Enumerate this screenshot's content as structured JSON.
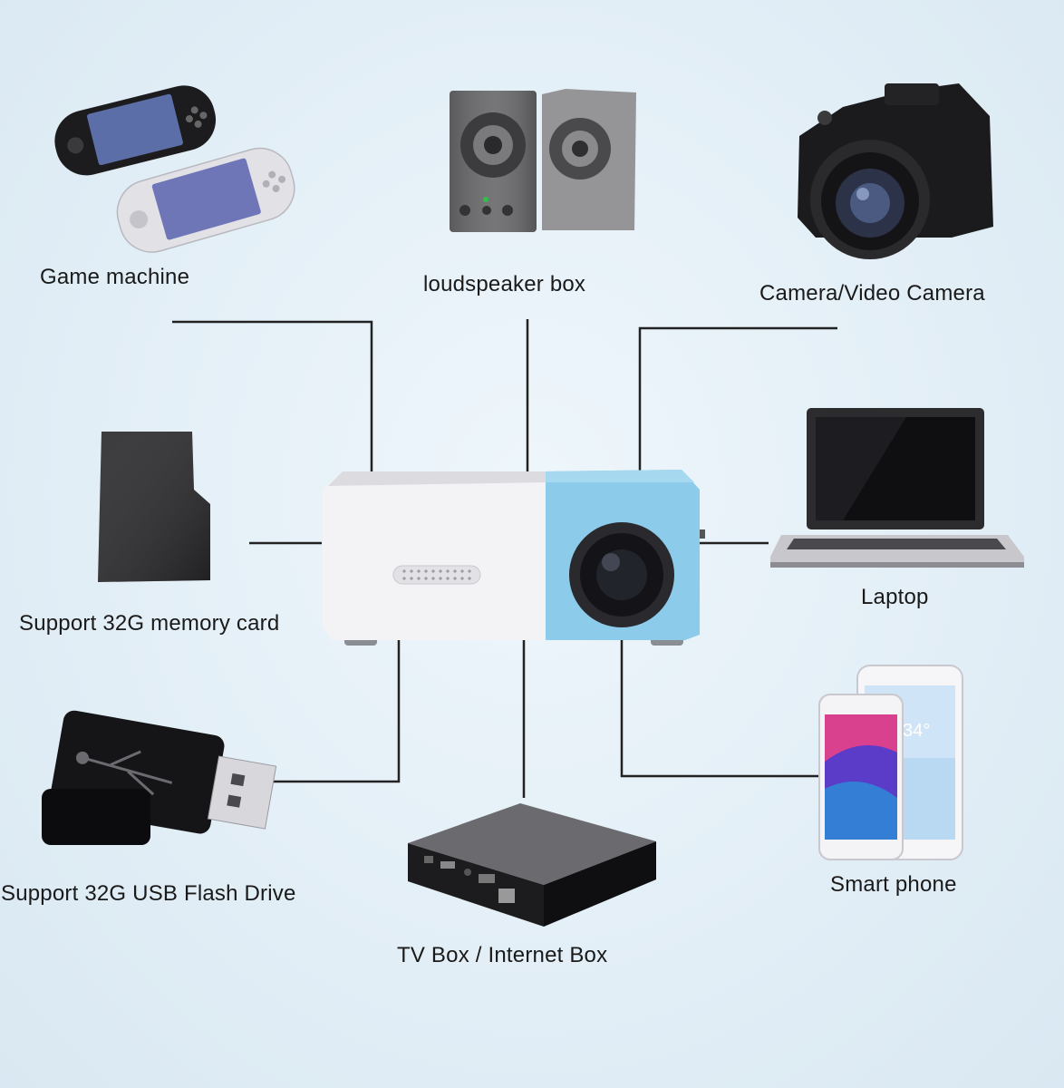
{
  "colors": {
    "background": "#e4eff6",
    "connector": "#222222",
    "projector_blue": "#8ccbea",
    "projector_white": "#f3f3f5"
  },
  "devices": [
    {
      "id": "game-machine",
      "label": "Game machine",
      "icon": "handheld-console-icon"
    },
    {
      "id": "loudspeaker-box",
      "label": "loudspeaker box",
      "icon": "speaker-icon"
    },
    {
      "id": "camera",
      "label": "Camera/Video Camera",
      "icon": "camera-icon"
    },
    {
      "id": "memory-card",
      "label": "Support 32G memory card",
      "icon": "memory-card-icon"
    },
    {
      "id": "laptop",
      "label": "Laptop",
      "icon": "laptop-icon"
    },
    {
      "id": "usb-drive",
      "label": "Support 32G USB Flash Drive",
      "icon": "usb-drive-icon"
    },
    {
      "id": "tv-box",
      "label": "TV Box / Internet Box",
      "icon": "tv-box-icon"
    },
    {
      "id": "smart-phone",
      "label": "Smart phone",
      "icon": "smartphone-icon"
    }
  ],
  "hub": {
    "icon": "projector-icon"
  },
  "camera_screen_text": "34°"
}
